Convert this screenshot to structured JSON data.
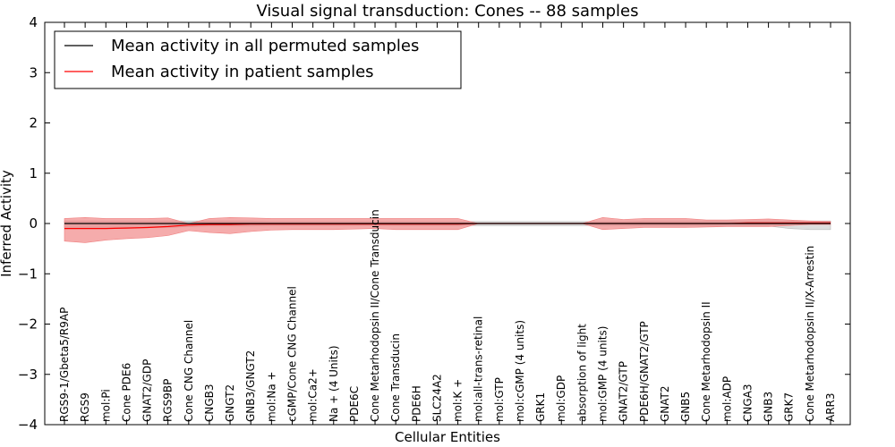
{
  "chart_data": {
    "type": "line",
    "title": "Visual signal transduction: Cones -- 88 samples",
    "xlabel": "Cellular Entities",
    "ylabel": "Inferred Activity",
    "ylim": [
      -4,
      4
    ],
    "yticks": [
      4,
      3,
      2,
      1,
      0,
      -1,
      -2,
      -3,
      -4
    ],
    "categories": [
      "RGS9-1/Gbeta5/R9AP",
      "RGS9",
      "mol:Pi",
      "Cone PDE6",
      "GNAT2/GDP",
      "RGS9BP",
      "Cone CNG Channel",
      "CNGB3",
      "GNGT2",
      "GNB3/GNGT2",
      "mol:Na +",
      "cGMP/Cone CNG Channel",
      "mol:Ca2+",
      "Na + (4 Units)",
      "PDE6C",
      "Cone Metarhodopsin II/Cone Transducin",
      "Cone Transducin",
      "PDE6H",
      "SLC24A2",
      "mol:K +",
      "mol:all-trans-retinal",
      "mol:GTP",
      "mol:cGMP (4 units)",
      "GRK1",
      "mol:GDP",
      "absorption of light",
      "mol:GMP (4 units)",
      "GNAT2/GTP",
      "PDE6H/GNAT2/GTP",
      "GNAT2",
      "GNB5",
      "Cone Metarhodopsin II",
      "mol:ADP",
      "CNGA3",
      "GNB3",
      "GRK7",
      "Cone Metarhodopsin II/X-Arrestin",
      "ARR3"
    ],
    "legend_position": "top-left",
    "series": [
      {
        "name": "Mean activity in all permuted samples",
        "color": "#000000",
        "band_color": "#bbbbbb",
        "values": [
          0.0,
          0.0,
          0.0,
          0.0,
          0.0,
          0.0,
          0.0,
          0.0,
          0.0,
          0.0,
          0.0,
          0.0,
          0.0,
          0.0,
          0.0,
          0.0,
          0.0,
          0.0,
          0.0,
          0.0,
          0.0,
          0.0,
          0.0,
          0.0,
          0.0,
          0.0,
          0.0,
          0.0,
          0.0,
          0.0,
          0.0,
          0.0,
          0.0,
          0.0,
          0.0,
          0.0,
          0.0,
          0.0
        ],
        "lower": [
          -0.08,
          -0.08,
          -0.08,
          -0.08,
          -0.08,
          -0.08,
          -0.06,
          -0.05,
          -0.05,
          -0.05,
          -0.04,
          -0.04,
          -0.04,
          -0.04,
          -0.04,
          -0.04,
          -0.04,
          -0.04,
          -0.04,
          -0.04,
          -0.04,
          -0.04,
          -0.04,
          -0.04,
          -0.04,
          -0.04,
          -0.04,
          -0.04,
          -0.05,
          -0.05,
          -0.05,
          -0.05,
          -0.05,
          -0.05,
          -0.05,
          -0.1,
          -0.12,
          -0.12
        ],
        "upper": [
          0.05,
          0.05,
          0.05,
          0.05,
          0.05,
          0.05,
          0.05,
          0.05,
          0.05,
          0.05,
          0.04,
          0.04,
          0.04,
          0.04,
          0.04,
          0.04,
          0.04,
          0.04,
          0.04,
          0.04,
          0.04,
          0.04,
          0.04,
          0.04,
          0.04,
          0.04,
          0.04,
          0.04,
          0.05,
          0.05,
          0.05,
          0.05,
          0.05,
          0.05,
          0.05,
          0.05,
          0.05,
          0.05
        ]
      },
      {
        "name": "Mean activity in patient samples",
        "color": "#ff0000",
        "band_color": "#f08080",
        "values": [
          -0.1,
          -0.1,
          -0.1,
          -0.09,
          -0.08,
          -0.06,
          -0.03,
          -0.02,
          -0.02,
          -0.01,
          -0.01,
          -0.01,
          -0.01,
          -0.01,
          -0.01,
          -0.01,
          -0.01,
          -0.01,
          -0.01,
          -0.01,
          0.0,
          0.0,
          0.0,
          0.0,
          0.0,
          0.0,
          0.0,
          0.0,
          0.0,
          0.0,
          0.0,
          0.0,
          0.0,
          0.01,
          0.01,
          0.01,
          0.01,
          0.01
        ],
        "lower": [
          -0.35,
          -0.38,
          -0.33,
          -0.3,
          -0.28,
          -0.24,
          -0.14,
          -0.18,
          -0.2,
          -0.16,
          -0.13,
          -0.12,
          -0.12,
          -0.12,
          -0.11,
          -0.1,
          -0.12,
          -0.12,
          -0.12,
          -0.12,
          0.0,
          0.0,
          0.0,
          0.0,
          0.0,
          0.0,
          -0.12,
          -0.1,
          -0.08,
          -0.08,
          -0.08,
          -0.07,
          -0.06,
          -0.06,
          -0.06,
          -0.04,
          -0.02,
          -0.02
        ],
        "upper": [
          0.1,
          0.12,
          0.1,
          0.1,
          0.1,
          0.11,
          0.0,
          0.1,
          0.12,
          0.11,
          0.1,
          0.1,
          0.1,
          0.1,
          0.1,
          0.1,
          0.1,
          0.1,
          0.1,
          0.1,
          0.0,
          0.0,
          0.0,
          0.0,
          0.0,
          0.0,
          0.12,
          0.08,
          0.1,
          0.1,
          0.1,
          0.07,
          0.07,
          0.08,
          0.09,
          0.07,
          0.05,
          0.04
        ]
      }
    ]
  }
}
